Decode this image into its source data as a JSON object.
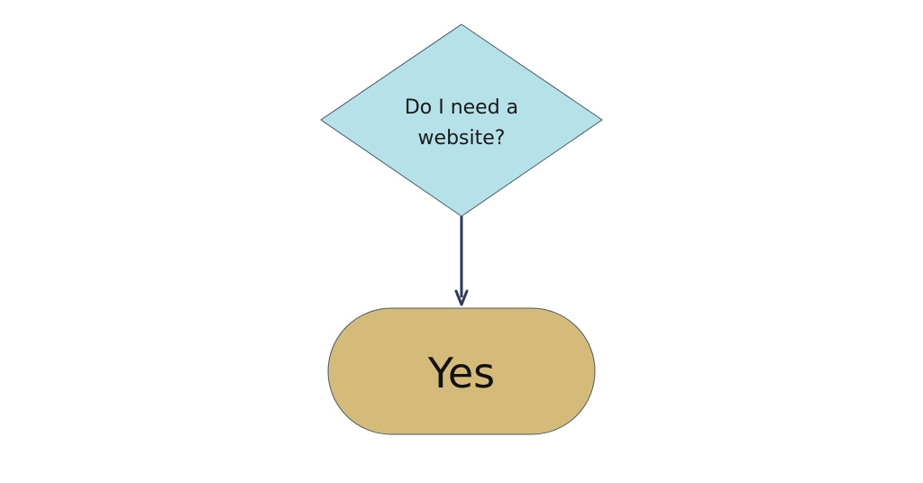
{
  "diagram": {
    "decision": {
      "line1": "Do I need a",
      "line2": "website?"
    },
    "terminal": {
      "label": "Yes"
    }
  },
  "colors": {
    "decision_fill": "#b5e1e8",
    "terminal_fill": "#d4bb7a",
    "shape_stroke": "#4a5a66",
    "arrow": "#2c3a5c",
    "background": "#ffffff"
  }
}
